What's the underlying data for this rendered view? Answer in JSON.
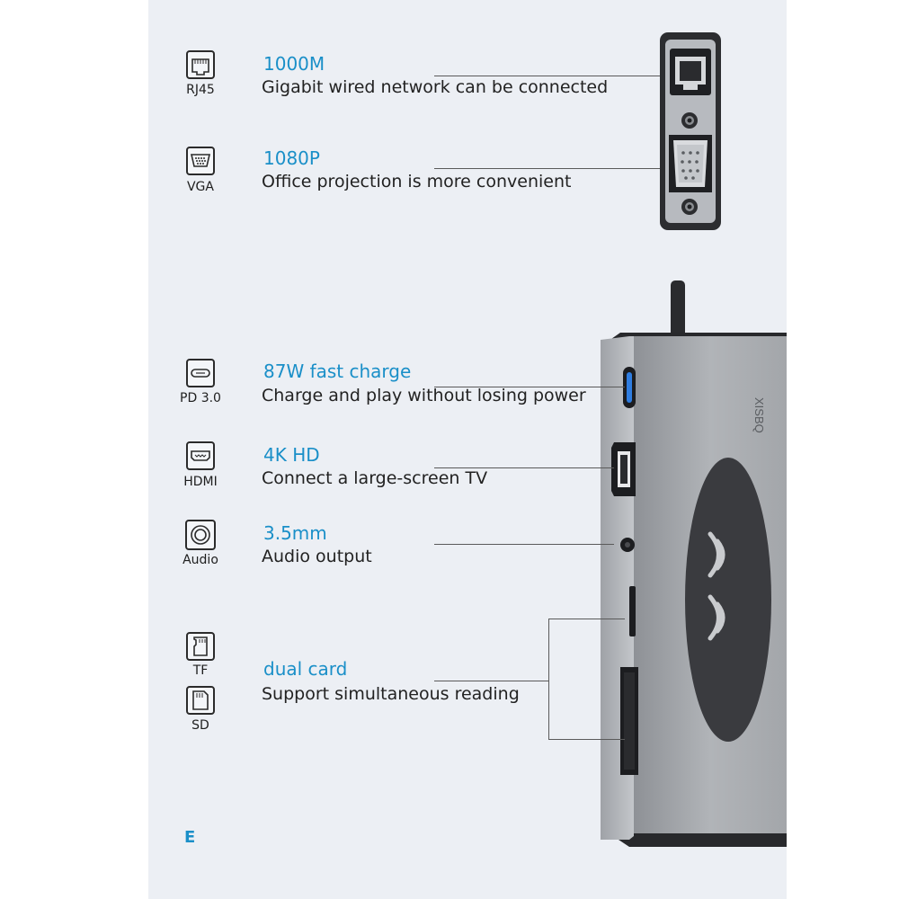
{
  "features": {
    "rj45": {
      "icon_label": "RJ45",
      "title": "1000M",
      "subtitle": "Gigabit wired network can be connected",
      "icon": "ethernet-port-icon"
    },
    "vga": {
      "icon_label": "VGA",
      "title": "1080P",
      "subtitle": "Office projection is more convenient",
      "icon": "vga-port-icon"
    },
    "pd": {
      "icon_label": "PD 3.0",
      "title": "87W fast charge",
      "subtitle": "Charge and play without losing power",
      "icon": "usb-c-port-icon"
    },
    "hdmi": {
      "icon_label": "HDMI",
      "title": "4K HD",
      "subtitle": "Connect a large-screen TV",
      "icon": "hdmi-port-icon"
    },
    "audio": {
      "icon_label": "Audio",
      "title": "3.5mm",
      "subtitle": "Audio output",
      "icon": "audio-jack-icon"
    },
    "card": {
      "tf_label": "TF",
      "sd_label": "SD",
      "title": "dual card",
      "subtitle": "Support simultaneous reading",
      "tf_icon": "tf-card-icon",
      "sd_icon": "sd-card-icon"
    }
  },
  "device": {
    "brand": "XISBQ"
  },
  "footer_mark": "E",
  "colors": {
    "accent": "#1a8fc8",
    "background": "#eceff4",
    "text": "#222222",
    "device_body": "#a4a7ab"
  }
}
